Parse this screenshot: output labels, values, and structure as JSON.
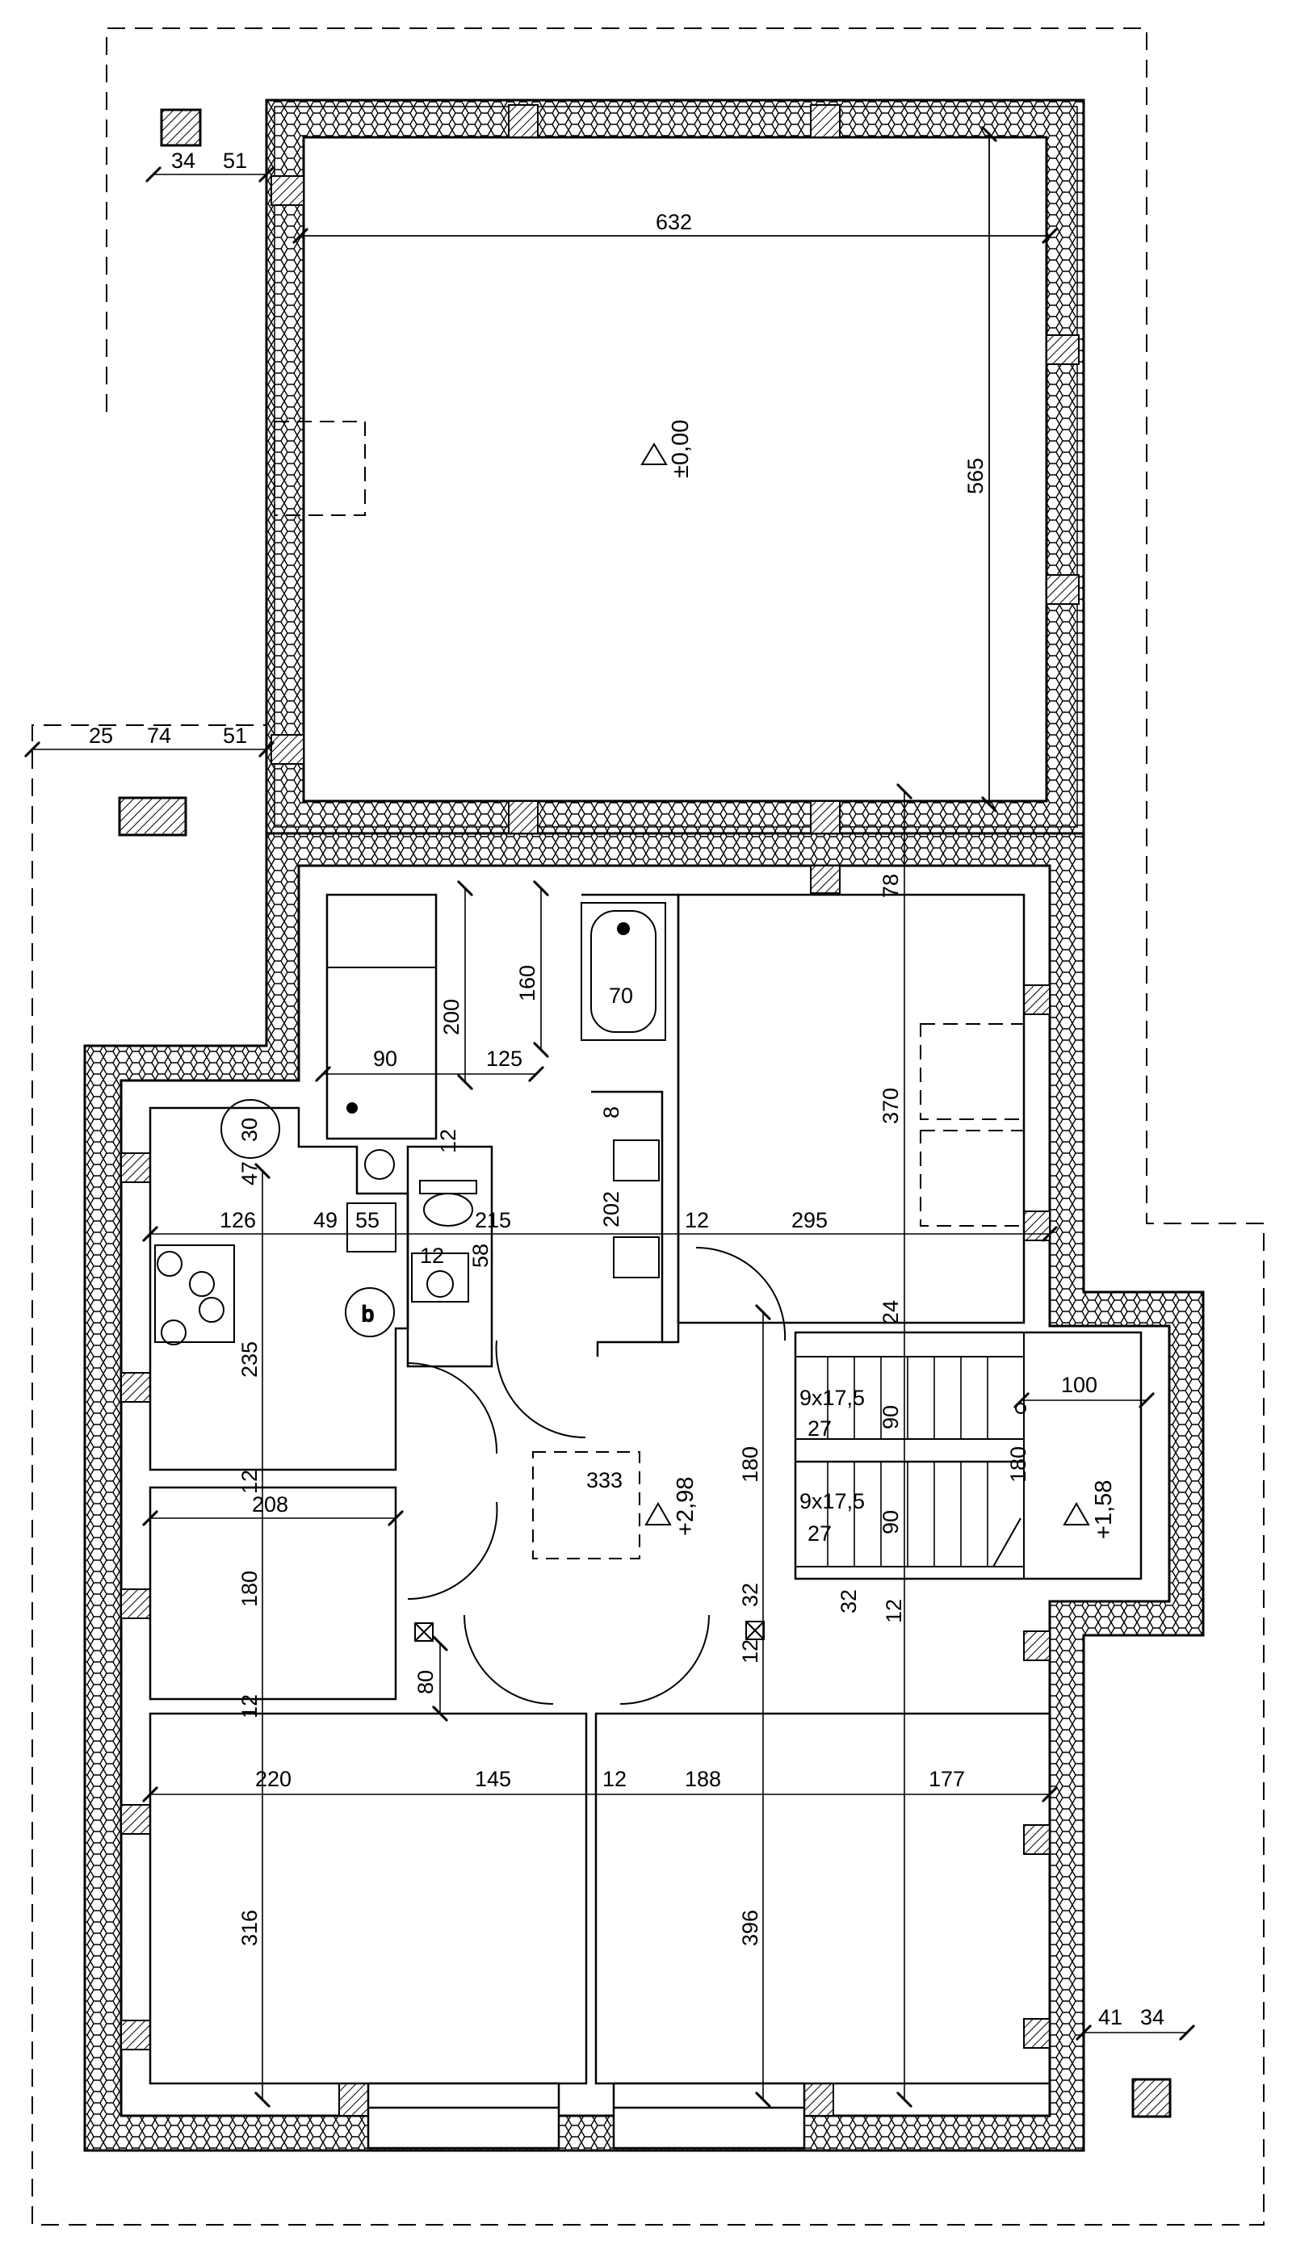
{
  "drawing": {
    "type": "floor-plan",
    "colors": {
      "line": "#000000",
      "background": "#ffffff",
      "wall_hatch": "#000000"
    }
  },
  "levels": {
    "garage": "±0,00",
    "landing": "+1,58",
    "hall": "+2,98"
  },
  "dimensions": {
    "d632": "632",
    "d565": "565",
    "d34a": "34",
    "d51a": "51",
    "d25": "25",
    "d74": "74",
    "d51b": "51",
    "d78": "78",
    "d200": "200",
    "d160": "160",
    "d70": "70",
    "d90": "90",
    "d125": "125",
    "d30": "30",
    "d47": "47",
    "d12a": "12",
    "d8": "8",
    "d126": "126",
    "d49": "49",
    "d55": "55",
    "d12b": "12",
    "d58": "58",
    "d215": "215",
    "d202": "202",
    "d12c": "12",
    "d295": "295",
    "d370": "370",
    "d24": "24",
    "d235": "235",
    "d180a": "180",
    "d100": "100",
    "d9x175a": "9x17,5",
    "d27a": "27",
    "d90a": "90",
    "d180b": "180",
    "d333": "333",
    "d9x175b": "9x17,5",
    "d27b": "27",
    "d90b": "90",
    "d12d": "12",
    "d208": "208",
    "d180c": "180",
    "d32a": "32",
    "d32b": "32",
    "d12e": "12",
    "d12f": "12",
    "d80": "80",
    "d12g": "12",
    "d220": "220",
    "d145": "145",
    "d12h": "12",
    "d188": "188",
    "d177": "177",
    "d316": "316",
    "d396": "396",
    "d41": "41",
    "d34b": "34"
  }
}
